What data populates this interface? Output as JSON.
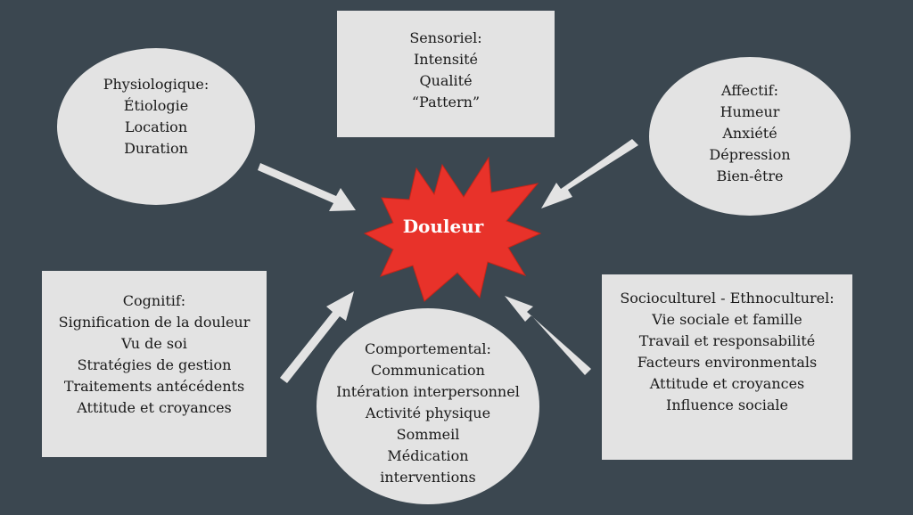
{
  "center": {
    "label": "Douleur"
  },
  "nodes": {
    "physiologique": {
      "title": "Physiologique:",
      "items": [
        "Étiologie",
        "Location",
        "Duration"
      ]
    },
    "sensoriel": {
      "title": "Sensoriel:",
      "items": [
        "Intensité",
        "Qualité",
        "“Pattern”"
      ]
    },
    "affectif": {
      "title": "Affectif:",
      "items": [
        "Humeur",
        "Anxiété",
        "Dépression",
        "Bien-être"
      ]
    },
    "cognitif": {
      "title": "Cognitif:",
      "items": [
        "Signification de la douleur",
        "Vu de soi",
        "Stratégies de gestion",
        "Traitements antécédents",
        "Attitude et croyances"
      ]
    },
    "comportemental": {
      "title": "Comportemental:",
      "items": [
        "Communication",
        "Intération interpersonnel",
        "Activité physique",
        "Sommeil",
        "Médication",
        "interventions"
      ]
    },
    "socioculturel": {
      "title": "Socioculturel - Ethnoculturel:",
      "items": [
        "Vie sociale et famille",
        "Travail et responsabilité",
        "Facteurs environmentals",
        "Attitude et croyances",
        "Influence sociale"
      ]
    }
  },
  "colors": {
    "background": "#3b4750",
    "node_fill": "#e3e3e3",
    "arrow": "#e3e3e3",
    "starburst": "#e8322a",
    "center_text": "#ffffff"
  }
}
